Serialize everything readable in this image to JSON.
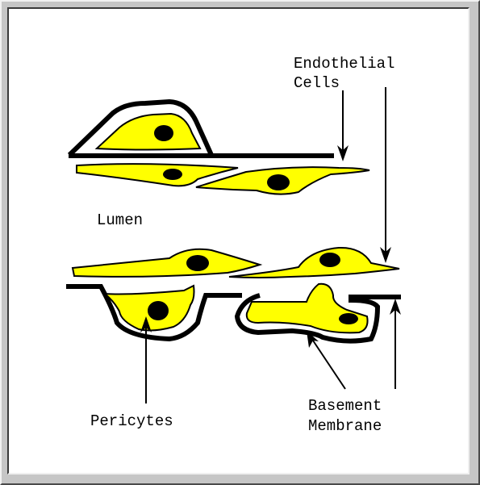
{
  "labels": {
    "endothelial_line1": "Endothelial",
    "endothelial_line2": "Cells",
    "lumen": "Lumen",
    "pericytes": "Pericytes",
    "basement_line1": "Basement",
    "basement_line2": "Membrane"
  },
  "colors": {
    "cell_fill": "#ffff00",
    "nucleus": "#000000",
    "membrane": "#000000",
    "background": "#ffffff",
    "frame": "#c6c6c6"
  }
}
